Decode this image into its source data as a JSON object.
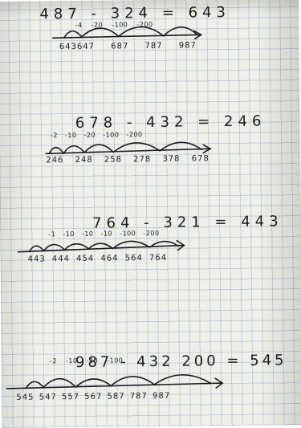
{
  "problems": [
    {
      "equation": "487 - 324 = 643",
      "jumps": [
        "-4",
        "-20",
        "-100",
        "-200"
      ],
      "numbers": [
        "643",
        "647",
        "687",
        "787",
        "987"
      ]
    },
    {
      "equation": "678 - 432 = 246",
      "jumps": [
        "-2",
        "-10",
        "-20",
        "-100",
        "-200"
      ],
      "numbers": [
        "246",
        "248",
        "258",
        "278",
        "378",
        "678"
      ]
    },
    {
      "equation": "764 - 321 = 443",
      "jumps": [
        "-1",
        "-10",
        "-10",
        "-10",
        "-100",
        "-200"
      ],
      "numbers": [
        "443",
        "444",
        "454",
        "464",
        "564",
        "764"
      ]
    },
    {
      "equation": "987 - 432 200 = 545",
      "jumps": [
        "-2",
        "-10",
        "-20",
        "-100"
      ],
      "numbers": [
        "545",
        "547",
        "557",
        "567",
        "587",
        "787",
        "987"
      ]
    }
  ]
}
